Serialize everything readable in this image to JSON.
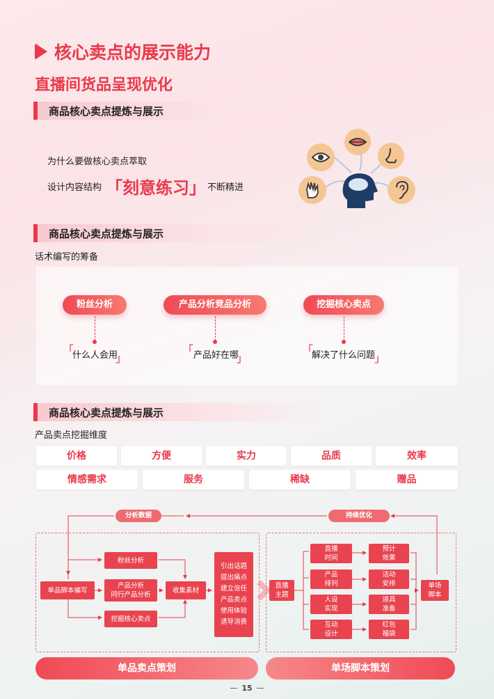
{
  "header": {
    "title": "核心卖点的展示能力",
    "subtitle": "直播间货品呈现优化"
  },
  "sections": [
    {
      "heading": "商品核心卖点提炼与展示"
    },
    {
      "heading": "商品核心卖点提炼与展示",
      "caption": "话术编写的筹备"
    },
    {
      "heading": "商品核心卖点提炼与展示",
      "caption": "产品卖点挖掘维度"
    }
  ],
  "intro": {
    "line1": "为什么要做核心卖点萃取",
    "line2_prefix": "设计内容结构",
    "line2_highlight": "「刻意练习」",
    "line2_suffix": "不断精进"
  },
  "senses_icons": [
    "eye-icon",
    "mouth-icon",
    "nose-icon",
    "hand-icon",
    "ear-icon",
    "head-brain-icon"
  ],
  "prep": [
    {
      "title": "粉丝分析",
      "answer": "什么人会用"
    },
    {
      "title": "产品分析竞品分析",
      "answer": "产品好在哪"
    },
    {
      "title": "挖掘核心卖点",
      "answer": "解决了什么问题"
    }
  ],
  "dimensions_row1": [
    "价格",
    "方便",
    "实力",
    "品质",
    "效率"
  ],
  "dimensions_row2": [
    "情感需求",
    "服务",
    "稀缺",
    "赠品"
  ],
  "flow": {
    "top_left_label": "分析数据",
    "top_right_label": "持续优化",
    "left": {
      "start": "单品脚本编写",
      "branches": [
        "粉丝分析",
        "产品分析\n同行产品分析",
        "挖掘核心卖点"
      ],
      "collect": "收集素材",
      "output": [
        "引出话题",
        "提出痛点",
        "建立信任",
        "产品卖点",
        "使用体验",
        "诱导消费"
      ]
    },
    "right": {
      "start": "直播\n主题",
      "col1": [
        "直播\n时间",
        "产品\n排列",
        "人设\n实现",
        "互动\n设计"
      ],
      "col2": [
        "预计\n效果",
        "活动\n安排",
        "道具\n准备",
        "红包\n福袋"
      ],
      "end": "单场\n脚本"
    },
    "bottom_left": "单品卖点策划",
    "bottom_right": "单场脚本策划"
  },
  "page_number": "15",
  "colors": {
    "accent": "#e93a4b",
    "icon_bg": "#f3c693",
    "page_bg": "#fbe3e6"
  }
}
